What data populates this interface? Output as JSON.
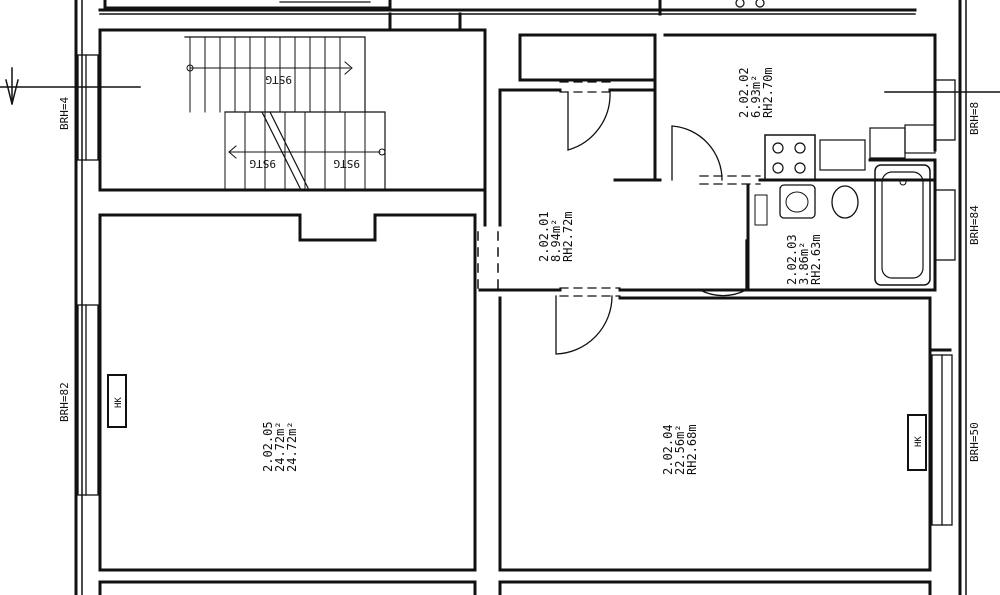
{
  "rooms": [
    {
      "id": "2.02.01",
      "line1": "2.02.01",
      "line2": "8.94m²",
      "line3": "RH2.72m"
    },
    {
      "id": "2.02.02",
      "line1": "2.02.02",
      "line2": "6.93m²",
      "line3": "RH2.70m"
    },
    {
      "id": "2.02.03",
      "line1": "2.02.03",
      "line2": "3.86m²",
      "line3": "RH2.63m"
    },
    {
      "id": "2.02.04",
      "line1": "2.02.04",
      "line2": "22.56m²",
      "line3": "RH2.68m"
    },
    {
      "id": "2.02.05",
      "line1": "2.02.05",
      "line2": "24.72m²",
      "line3": "24.72m²"
    }
  ],
  "parapets": {
    "left_top": "BRH=4",
    "left_mid": "BRH=82",
    "right_top": "BRH=8",
    "right_mid": "BRH=84",
    "right_low": "BRH=50"
  },
  "stairs": {
    "label_top": "9STG",
    "label_bottom_left": "9STG",
    "label_bottom_right": "9STG"
  },
  "radiators": {
    "left": "HK",
    "right": "HK"
  }
}
